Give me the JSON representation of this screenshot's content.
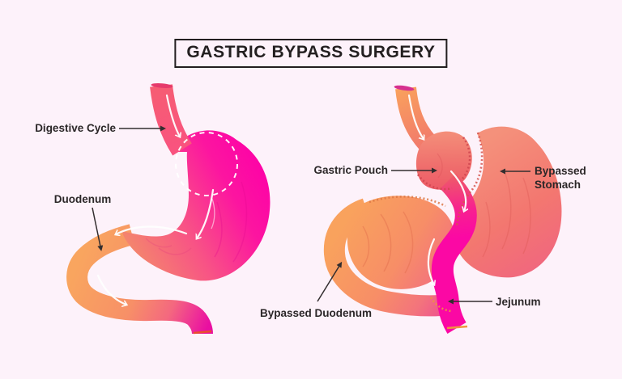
{
  "title": {
    "text": "GASTRIC BYPASS SURGERY"
  },
  "figures": {
    "normal": {
      "labels": {
        "digestive_cycle": "Digestive Cycle",
        "duodenum": "Duodenum"
      }
    },
    "bypass": {
      "labels": {
        "gastric_pouch": "Gastric Pouch",
        "bypassed_stomach_line1": "Bypassed",
        "bypassed_stomach_line2": "Stomach",
        "bypassed_duodenum": "Bypassed Duodenum",
        "jejunum": "Jejunum"
      }
    }
  },
  "colors": {
    "background": "#FDF2FA",
    "title_text": "#231F20",
    "label_text": "#2B2728",
    "leader_line": "#332E2F",
    "stomach_pink": "#F85286",
    "stomach_magenta": "#FD04A6",
    "duodenum_orange": "#F9A55F",
    "pouch_salmon": "#EF6C6C",
    "bypassed_stomach_salmon": "#F37770",
    "jejunum_magenta": "#FB08A4",
    "staple_line_red": "#D0454F",
    "anastomosis_orange": "#F0923F",
    "flow_arrow": "#FFFFFF"
  }
}
